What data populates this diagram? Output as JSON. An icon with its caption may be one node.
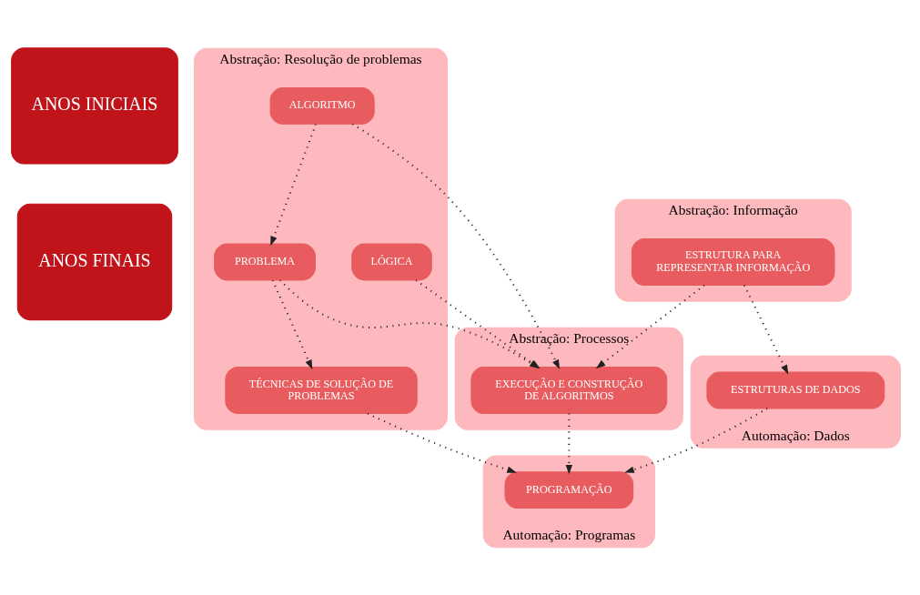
{
  "diagram": {
    "nodes": [
      {
        "text": [
          "ANOS INICIAIS"
        ]
      },
      {
        "text": [
          "ANOS FINAIS"
        ]
      },
      {
        "text": [
          "Abstração: Resolução de problemas"
        ]
      },
      {
        "text": [
          "ALGORITMO"
        ],
        "in": 2
      },
      {
        "text": [
          "PROBLEMA"
        ],
        "in": 2
      },
      {
        "text": [
          "LÓGICA"
        ],
        "in": 2
      },
      {
        "text": [
          "TÉCNICAS DE SOLUÇÃO DE PROBLEMAS"
        ],
        "in": 2
      },
      {
        "text": [
          "Abstração: Processos"
        ]
      },
      {
        "text": [
          "EXECUÇÃO E CONSTRUÇÃO DE ALGORITMOS"
        ],
        "in": 7
      },
      {
        "text": [
          "Abstração: Informação"
        ]
      },
      {
        "text": [
          "ESTRUTURA PARA REPRESENTAR INFORMAÇÃO"
        ],
        "in": 9
      },
      {
        "text": [
          "Automação: Programas"
        ]
      },
      {
        "text": [
          "PROGRAMAÇÃO"
        ],
        "in": 11
      },
      {
        "text": [
          "Automação: Dados"
        ]
      },
      {
        "text": [
          "ESTRUTURAS DE DADOS"
        ],
        "in": 13
      }
    ],
    "edges": [
      {
        "from": 3,
        "to": 4,
        "arrow": "to"
      },
      {
        "from": 3,
        "to": 8,
        "arrow": "to"
      },
      {
        "from": 4,
        "to": 8,
        "arrow": "to"
      },
      {
        "from": 5,
        "to": 8,
        "arrow": "to"
      },
      {
        "from": 10,
        "to": 8,
        "arrow": "to"
      },
      {
        "from": 10,
        "to": 14,
        "arrow": "to"
      },
      {
        "from": 4,
        "to": 6,
        "arrow": "to"
      },
      {
        "from": 6,
        "to": 12,
        "arrow": "to"
      },
      {
        "from": 8,
        "to": 12,
        "arrow": "to"
      },
      {
        "from": 14,
        "to": 12,
        "arrow": "to"
      }
    ]
  }
}
